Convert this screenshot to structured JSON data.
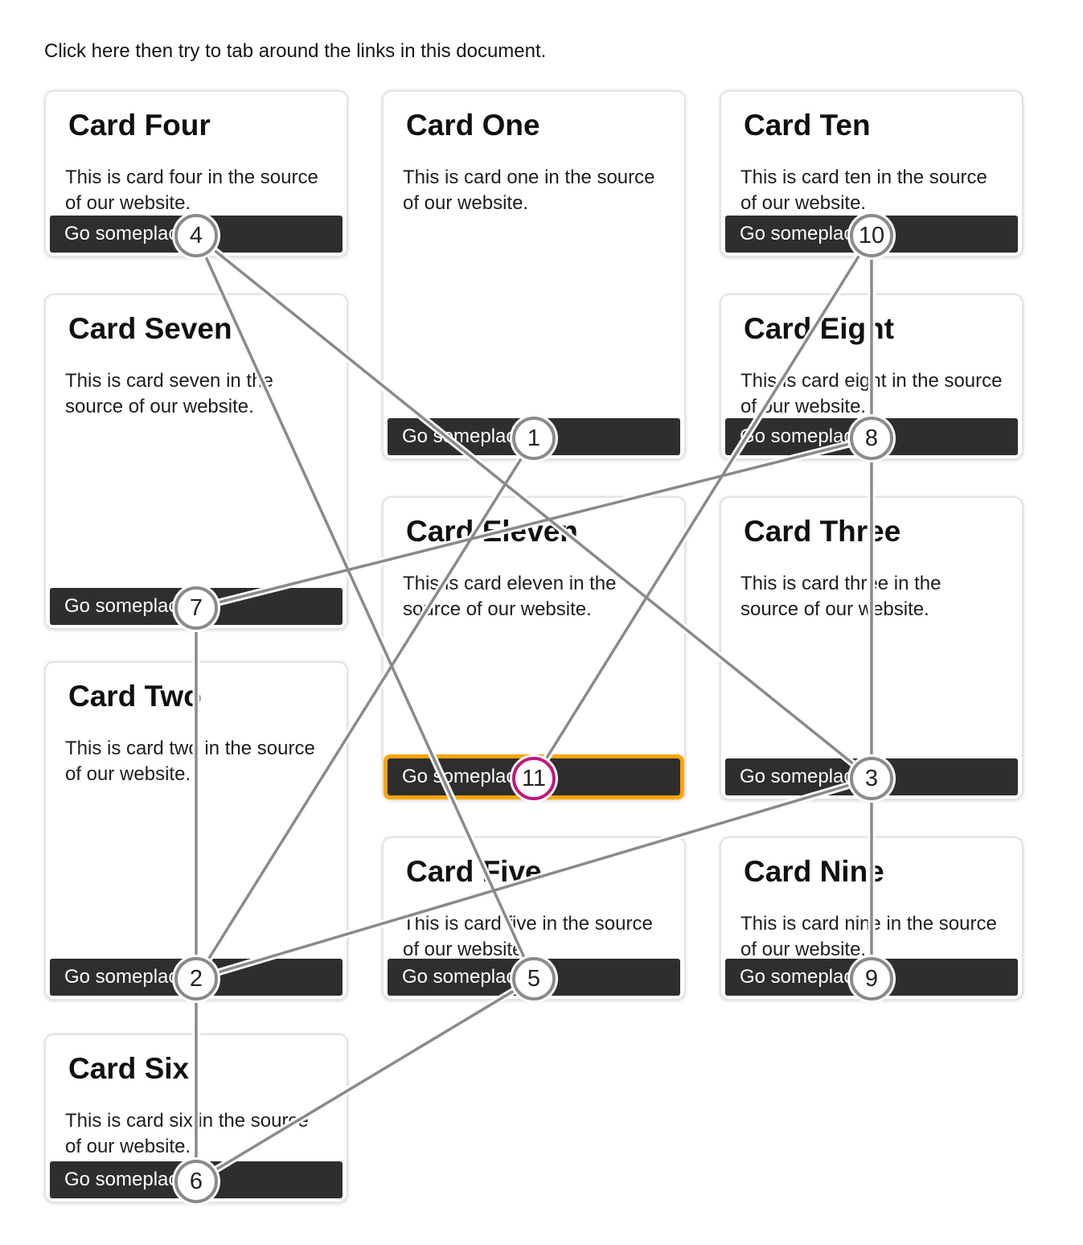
{
  "instruction": "Click here then try to tab around the links in this document.",
  "button_label": "Go someplace",
  "cards": [
    {
      "key": "four",
      "title": "Card Four",
      "body": "This is card four in the source of our website.",
      "tab": "4"
    },
    {
      "key": "seven",
      "title": "Card Seven",
      "body": "This is card seven in the source of our website.",
      "tab": "7"
    },
    {
      "key": "two",
      "title": "Card Two",
      "body": "This is card two in the source of our website.",
      "tab": "2"
    },
    {
      "key": "six",
      "title": "Card Six",
      "body": "This is card six in the source of our website.",
      "tab": "6"
    },
    {
      "key": "one",
      "title": "Card One",
      "body": "This is card one in the source of our website.",
      "tab": "1"
    },
    {
      "key": "eleven",
      "title": "Card Eleven",
      "body": "This is card eleven in the source of our website.",
      "tab": "11"
    },
    {
      "key": "five",
      "title": "Card Five",
      "body": "This is card five in the source of our website.",
      "tab": "5"
    },
    {
      "key": "ten",
      "title": "Card Ten",
      "body": "This is card ten in the source of our website.",
      "tab": "10"
    },
    {
      "key": "eight",
      "title": "Card Eight",
      "body": "This is card eight in the source of our website.",
      "tab": "8"
    },
    {
      "key": "three",
      "title": "Card Three",
      "body": "This is card three in the source of our website.",
      "tab": "3"
    },
    {
      "key": "nine",
      "title": "Card Nine",
      "body": "This is card nine in the source of our website.",
      "tab": "9"
    }
  ],
  "overlay": {
    "tab_sequence": [
      "1",
      "2",
      "3",
      "4",
      "5",
      "6",
      "7",
      "8",
      "9",
      "10",
      "11"
    ],
    "current_focus": "11"
  },
  "colors": {
    "button_bg": "#2e2e2e",
    "button_text": "#ffffff",
    "connector_line": "#8a8a8a",
    "badge_border": "#8a8a8a",
    "badge_bg": "#ffffff",
    "focus_outline": "#ffa500",
    "current_badge_ring": "#c0177c",
    "card_border": "#e3e3e3"
  }
}
